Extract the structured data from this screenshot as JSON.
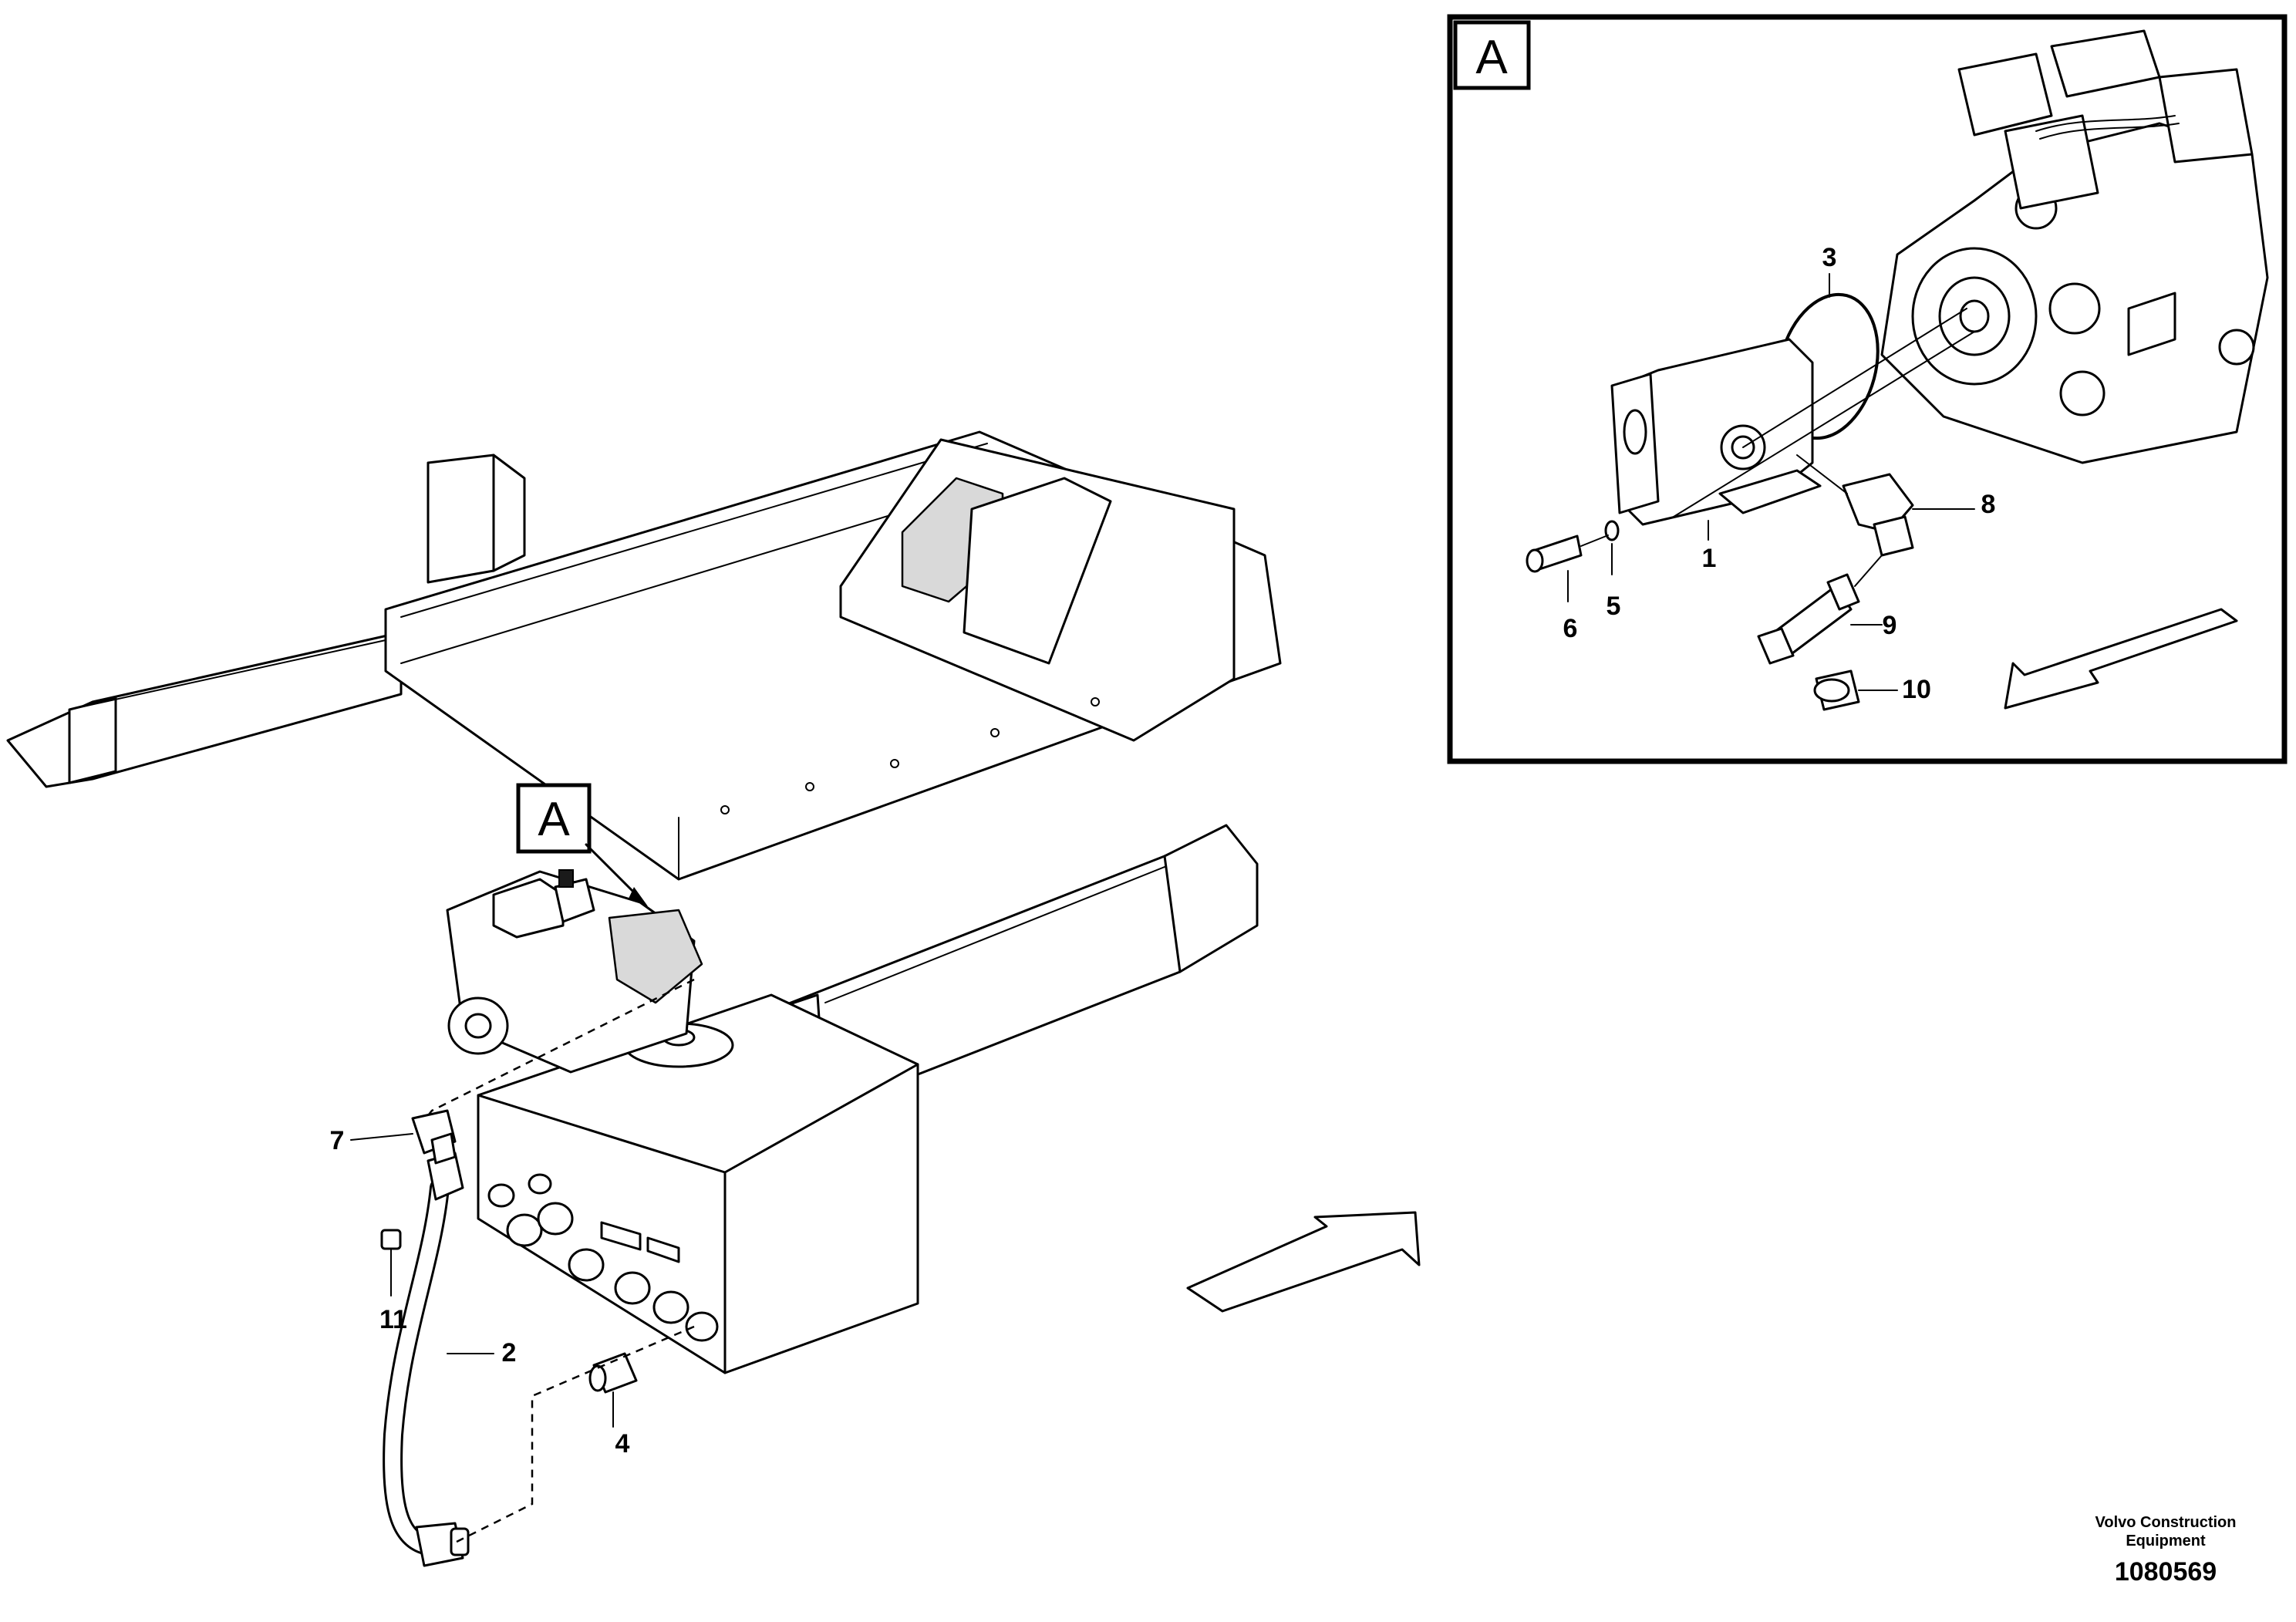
{
  "detail_label": "A",
  "callout_label": "A",
  "part_numbers": {
    "p1": "1",
    "p2": "2",
    "p3": "3",
    "p4": "4",
    "p5": "5",
    "p6": "6",
    "p7": "7",
    "p8": "8",
    "p9": "9",
    "p10": "10",
    "p11": "11"
  },
  "footer": {
    "company_line1": "Volvo Construction",
    "company_line2": "Equipment",
    "drawing_number": "1080569"
  }
}
